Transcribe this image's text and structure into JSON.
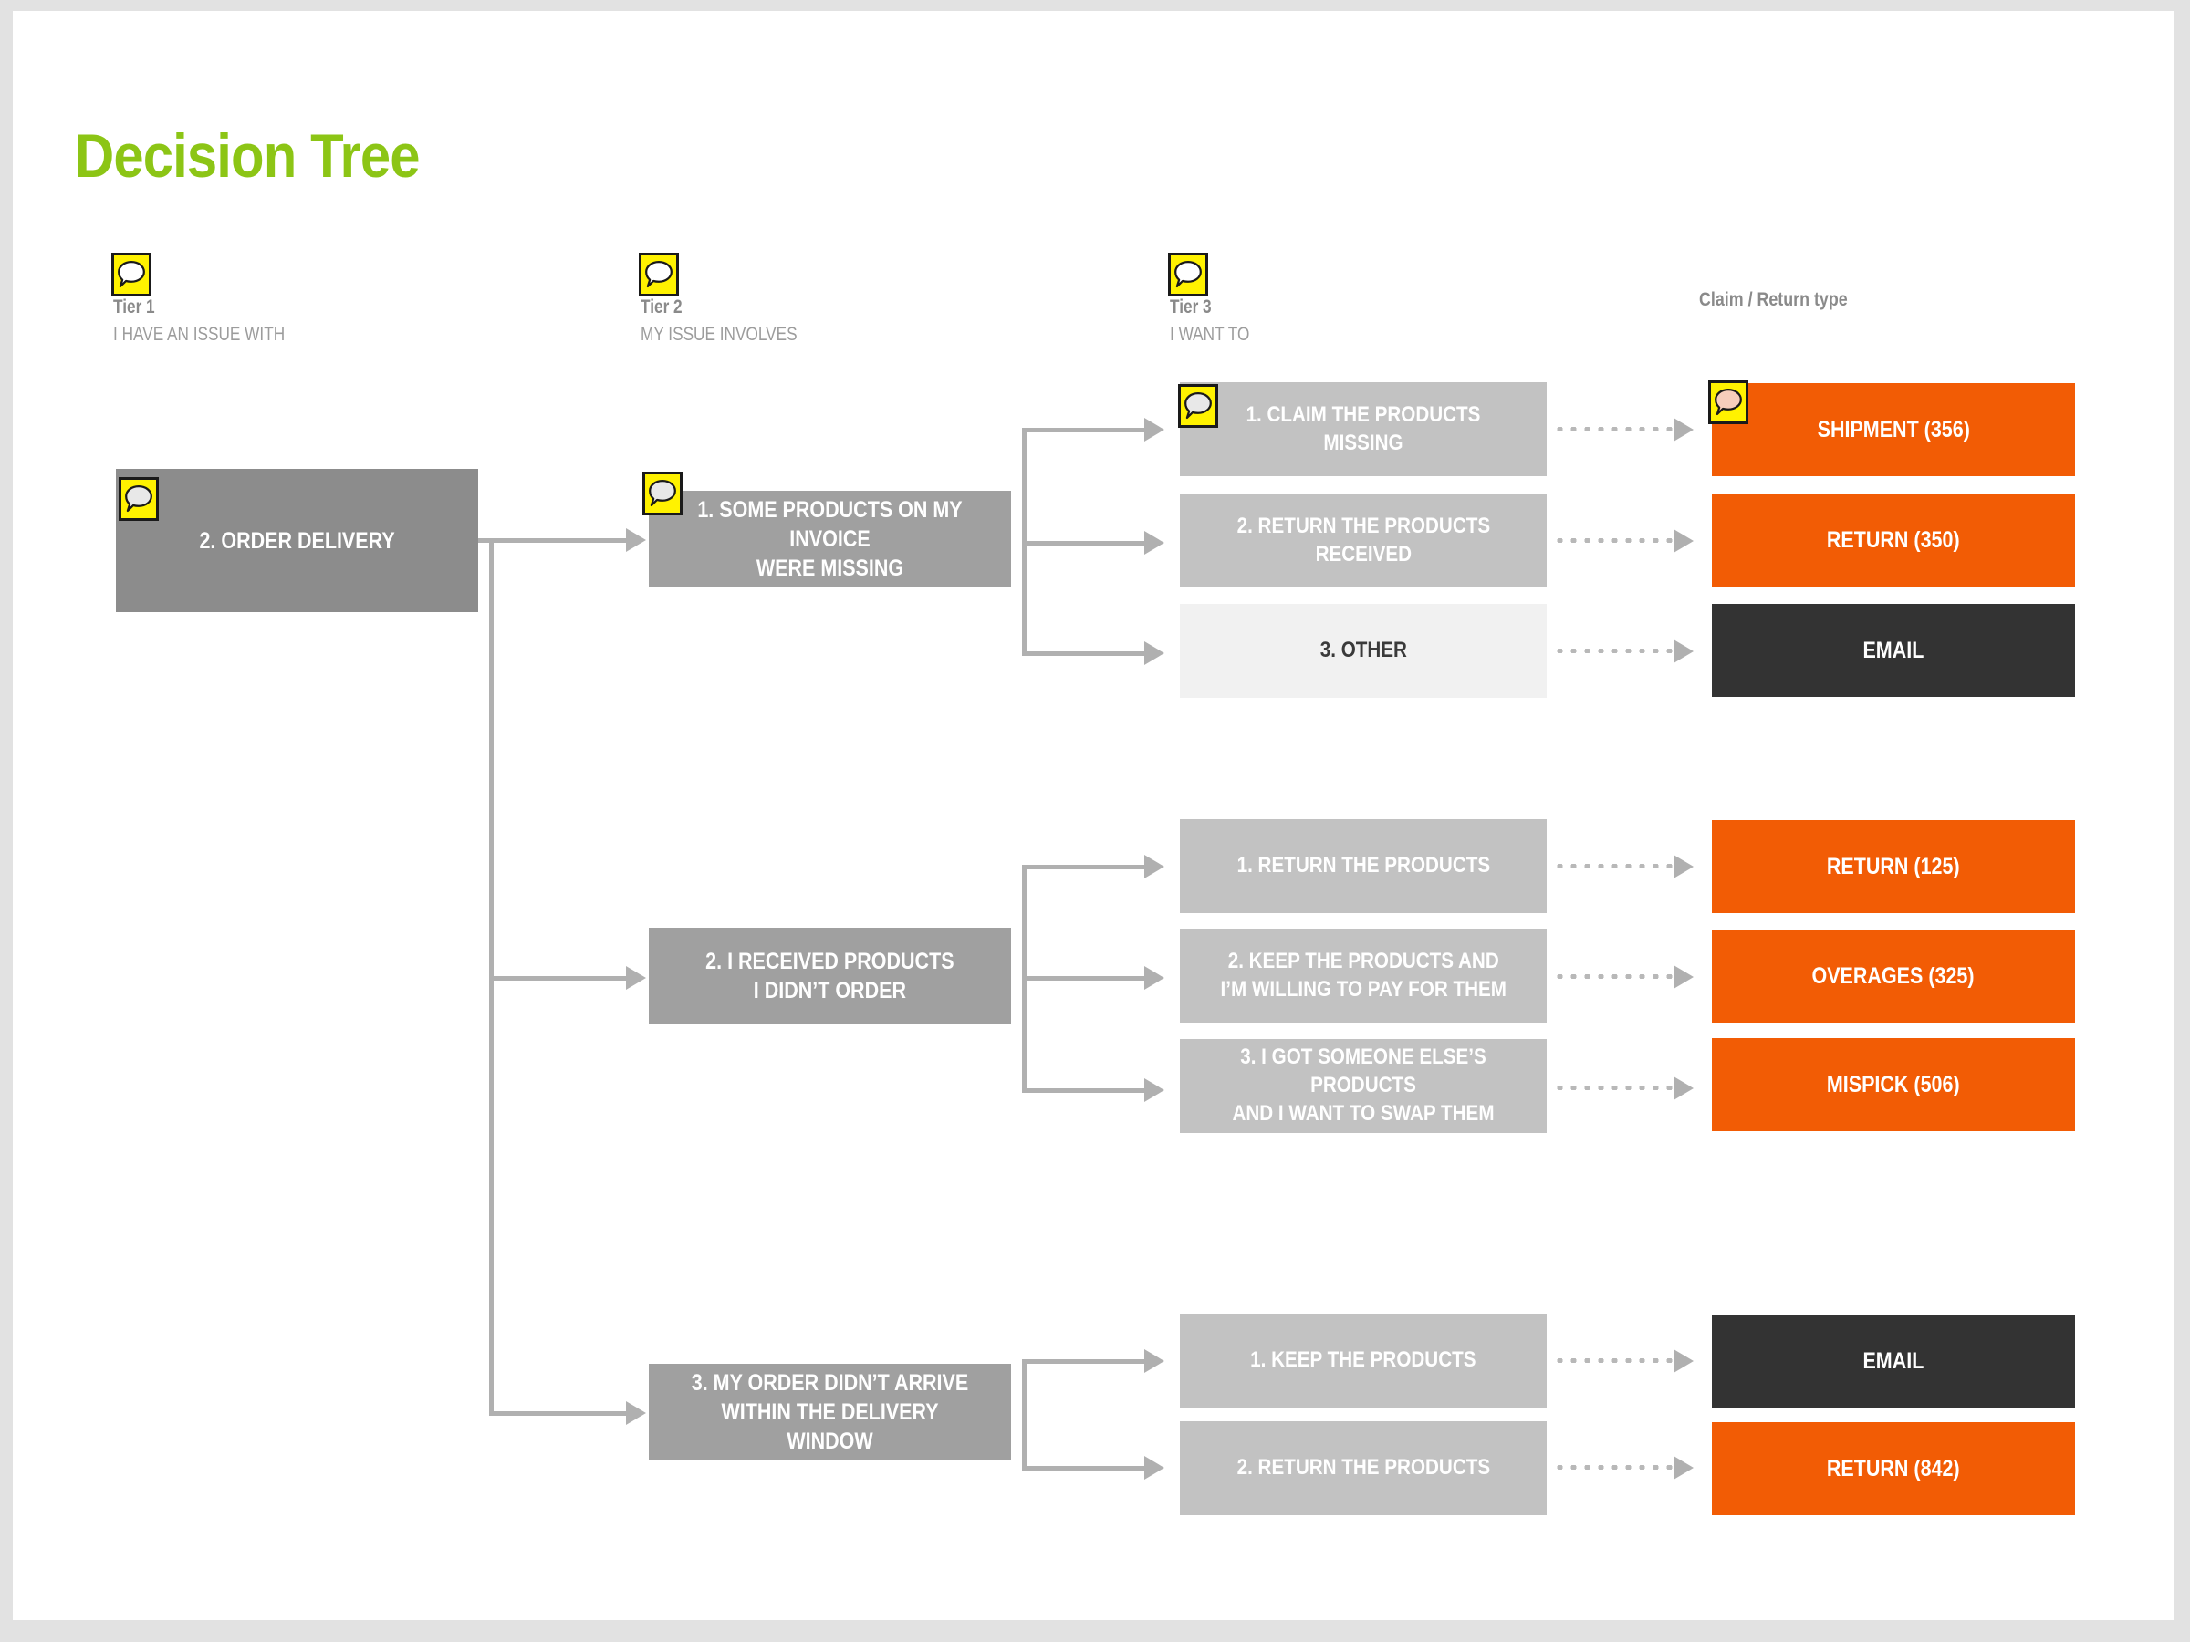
{
  "page": {
    "title": "Decision Tree",
    "title_color": "#8CC515",
    "background": "#ffffff"
  },
  "colors": {
    "tier1_box": "#8c8c8c",
    "tier2_box": "#a0a0a0",
    "tier3_box": "#c2c2c2",
    "tier3_other_box": "#f1f1f1",
    "result_orange": "#F25C05",
    "result_dark": "#333333",
    "connector": "#b0b0b0",
    "icon_yellow": "#FFF200",
    "header_text": "#8a8a8a"
  },
  "columns": [
    {
      "name": "Tier 1",
      "subtitle": "I HAVE AN ISSUE WITH",
      "icon": "speech-bubble-icon"
    },
    {
      "name": "Tier 2",
      "subtitle": "MY ISSUE INVOLVES",
      "icon": "speech-bubble-icon"
    },
    {
      "name": "Tier 3",
      "subtitle": "I WANT TO",
      "icon": "speech-bubble-icon"
    },
    {
      "name": "Claim / Return type",
      "subtitle": "",
      "icon": ""
    }
  ],
  "tier1": {
    "label": "2. ORDER DELIVERY",
    "has_icon": true
  },
  "branches": [
    {
      "tier2": {
        "label": "1. SOME PRODUCTS ON MY INVOICE\nWERE MISSING",
        "has_icon": true
      },
      "options": [
        {
          "tier3": {
            "label": "1. CLAIM THE PRODUCTS MISSING",
            "has_icon": true,
            "style": "gray"
          },
          "result": {
            "label": "SHIPMENT (356)",
            "style": "orange",
            "has_icon": true
          }
        },
        {
          "tier3": {
            "label": "2. RETURN THE PRODUCTS\nRECEIVED",
            "has_icon": false,
            "style": "gray"
          },
          "result": {
            "label": "RETURN (350)",
            "style": "orange",
            "has_icon": false
          }
        },
        {
          "tier3": {
            "label": "3. OTHER",
            "has_icon": false,
            "style": "light"
          },
          "result": {
            "label": "EMAIL",
            "style": "dark",
            "has_icon": false
          }
        }
      ]
    },
    {
      "tier2": {
        "label": "2. I RECEIVED PRODUCTS\nI DIDN’T ORDER",
        "has_icon": false
      },
      "options": [
        {
          "tier3": {
            "label": "1. RETURN THE PRODUCTS",
            "has_icon": false,
            "style": "gray"
          },
          "result": {
            "label": "RETURN (125)",
            "style": "orange",
            "has_icon": false
          }
        },
        {
          "tier3": {
            "label": "2. KEEP THE PRODUCTS AND\nI’M WILLING TO PAY FOR THEM",
            "has_icon": false,
            "style": "gray"
          },
          "result": {
            "label": "OVERAGES (325)",
            "style": "orange",
            "has_icon": false
          }
        },
        {
          "tier3": {
            "label": "3. I GOT SOMEONE ELSE’S PRODUCTS\nAND I WANT TO SWAP THEM",
            "has_icon": false,
            "style": "gray"
          },
          "result": {
            "label": "MISPICK (506)",
            "style": "orange",
            "has_icon": false
          }
        }
      ]
    },
    {
      "tier2": {
        "label": "3. MY ORDER DIDN’T ARRIVE\nWITHIN THE DELIVERY WINDOW",
        "has_icon": false
      },
      "options": [
        {
          "tier3": {
            "label": "1. KEEP THE PRODUCTS",
            "has_icon": false,
            "style": "gray"
          },
          "result": {
            "label": "EMAIL",
            "style": "dark",
            "has_icon": false
          }
        },
        {
          "tier3": {
            "label": "2. RETURN THE PRODUCTS",
            "has_icon": false,
            "style": "gray"
          },
          "result": {
            "label": "RETURN (842)",
            "style": "orange",
            "has_icon": false
          }
        }
      ]
    }
  ]
}
